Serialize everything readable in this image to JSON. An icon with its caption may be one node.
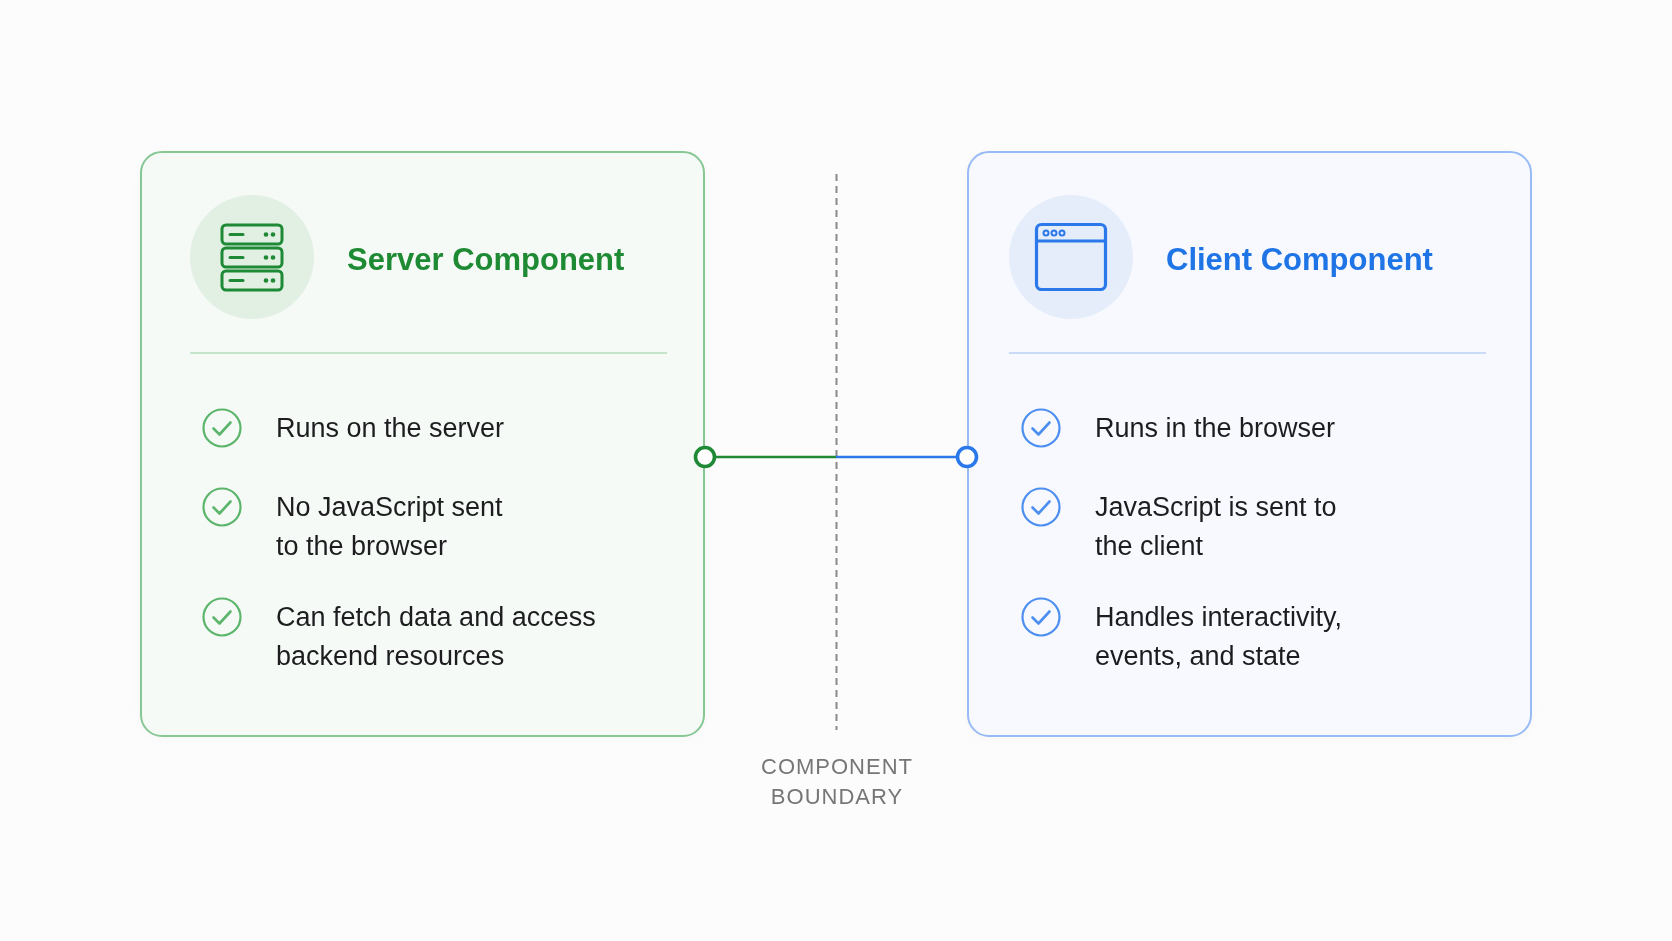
{
  "diagram": {
    "nodes": [
      {
        "text": [
          "Server Component",
          "Runs on the server",
          "No JavaScript sent to the browser",
          "Can fetch data and access backend resources"
        ]
      },
      {
        "text": [
          "Client Component",
          "Runs in the browser",
          "JavaScript is sent to the client",
          "Handles interactivity, events, and state"
        ]
      }
    ],
    "edges": [
      {
        "from": 0,
        "to": 1,
        "arrow": "other"
      }
    ],
    "labels": [
      "COMPONENT BOUNDARY"
    ]
  }
}
